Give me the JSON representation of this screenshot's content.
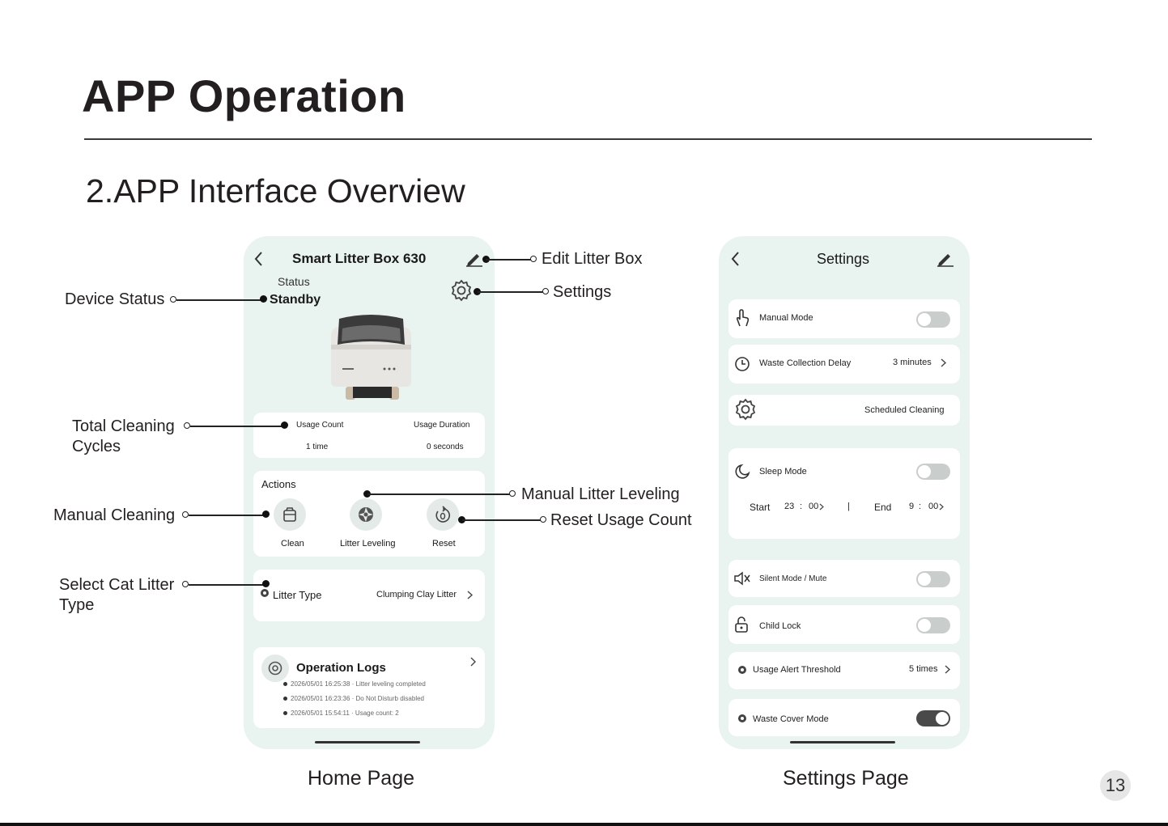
{
  "page_title": "APP Operation",
  "section_title": "2.APP Interface Overview",
  "home": {
    "title": "Smart Litter Box 630",
    "status_label": "Status",
    "status_value": "Standby",
    "usage_count_label": "Usage Count",
    "usage_count_value": "1 time",
    "usage_duration_label": "Usage Duration",
    "usage_duration_value": "0 seconds",
    "actions_title": "Actions",
    "actions": [
      "Clean",
      "Litter Leveling",
      "Reset"
    ],
    "litter_type_label": "Litter Type",
    "litter_type_value": "Clumping Clay Litter",
    "logs_title": "Operation Logs",
    "logs": [
      "2026/05/01 16:25:38 · Litter leveling completed",
      "2026/05/01 16:23:36 · Do Not Disturb disabled",
      "2026/05/01 15:54:11 · Usage count: 2"
    ],
    "caption": "Home Page"
  },
  "settings": {
    "title": "Settings",
    "manual_mode": "Manual Mode",
    "waste_delay_label": "Waste Collection Delay",
    "waste_delay_value": "3 minutes",
    "scheduled_cleaning": "Scheduled Cleaning",
    "sleep_mode": "Sleep Mode",
    "sleep_start_label": "Start",
    "sleep_start_h": "23",
    "sleep_start_m": "00",
    "sleep_sep": "|",
    "sleep_end_label": "End",
    "sleep_end_h": "9",
    "sleep_end_m": "00",
    "silent_mode": "Silent Mode / Mute",
    "child_lock": "Child Lock",
    "usage_alert_label": "Usage Alert Threshold",
    "usage_alert_value": "5 times",
    "waste_cover_mode": "Waste Cover Mode",
    "toggles": {
      "manual_mode": false,
      "sleep_mode": false,
      "silent_mode": false,
      "child_lock": false,
      "waste_cover_mode": true
    },
    "caption": "Settings Page"
  },
  "callouts": {
    "edit_litter_box": "Edit Litter Box",
    "settings": "Settings",
    "device_status": "Device Status",
    "total_cleaning_1": "Total Cleaning",
    "total_cleaning_2": "Cycles",
    "manual_cleaning": "Manual Cleaning",
    "manual_litter_leveling": "Manual Litter Leveling",
    "reset_usage_count": "Reset Usage Count",
    "select_litter_1": "Select Cat Litter",
    "select_litter_2": "Type"
  },
  "page_number": "13"
}
